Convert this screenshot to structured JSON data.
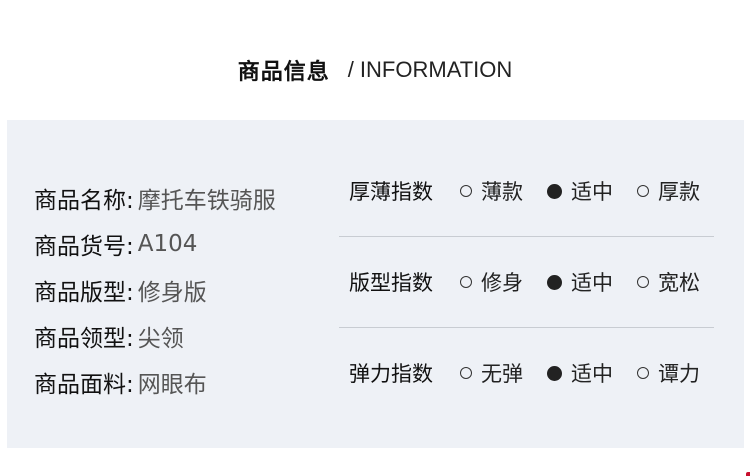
{
  "header": {
    "title_cn": "商品信息",
    "title_en": "/ INFORMATION"
  },
  "specs": [
    {
      "label": "商品名称:",
      "value": "摩托车铁骑服"
    },
    {
      "label": "商品货号:",
      "value": "A104"
    },
    {
      "label": "商品版型:",
      "value": "修身版"
    },
    {
      "label": "商品领型:",
      "value": "尖领"
    },
    {
      "label": "商品面料:",
      "value": "网眼布"
    }
  ],
  "indices": [
    {
      "label": "厚薄指数",
      "options": [
        "薄款",
        "适中",
        "厚款"
      ],
      "selected": "适中"
    },
    {
      "label": "版型指数",
      "options": [
        "修身",
        "适中",
        "宽松"
      ],
      "selected": "适中"
    },
    {
      "label": "弹力指数",
      "options": [
        "无弹",
        "适中",
        "谭力"
      ],
      "selected": "适中"
    }
  ],
  "colors": {
    "panel_bg": "#eef1f6",
    "divider": "#c8ccd2",
    "accent_mark": "#c8102e"
  }
}
